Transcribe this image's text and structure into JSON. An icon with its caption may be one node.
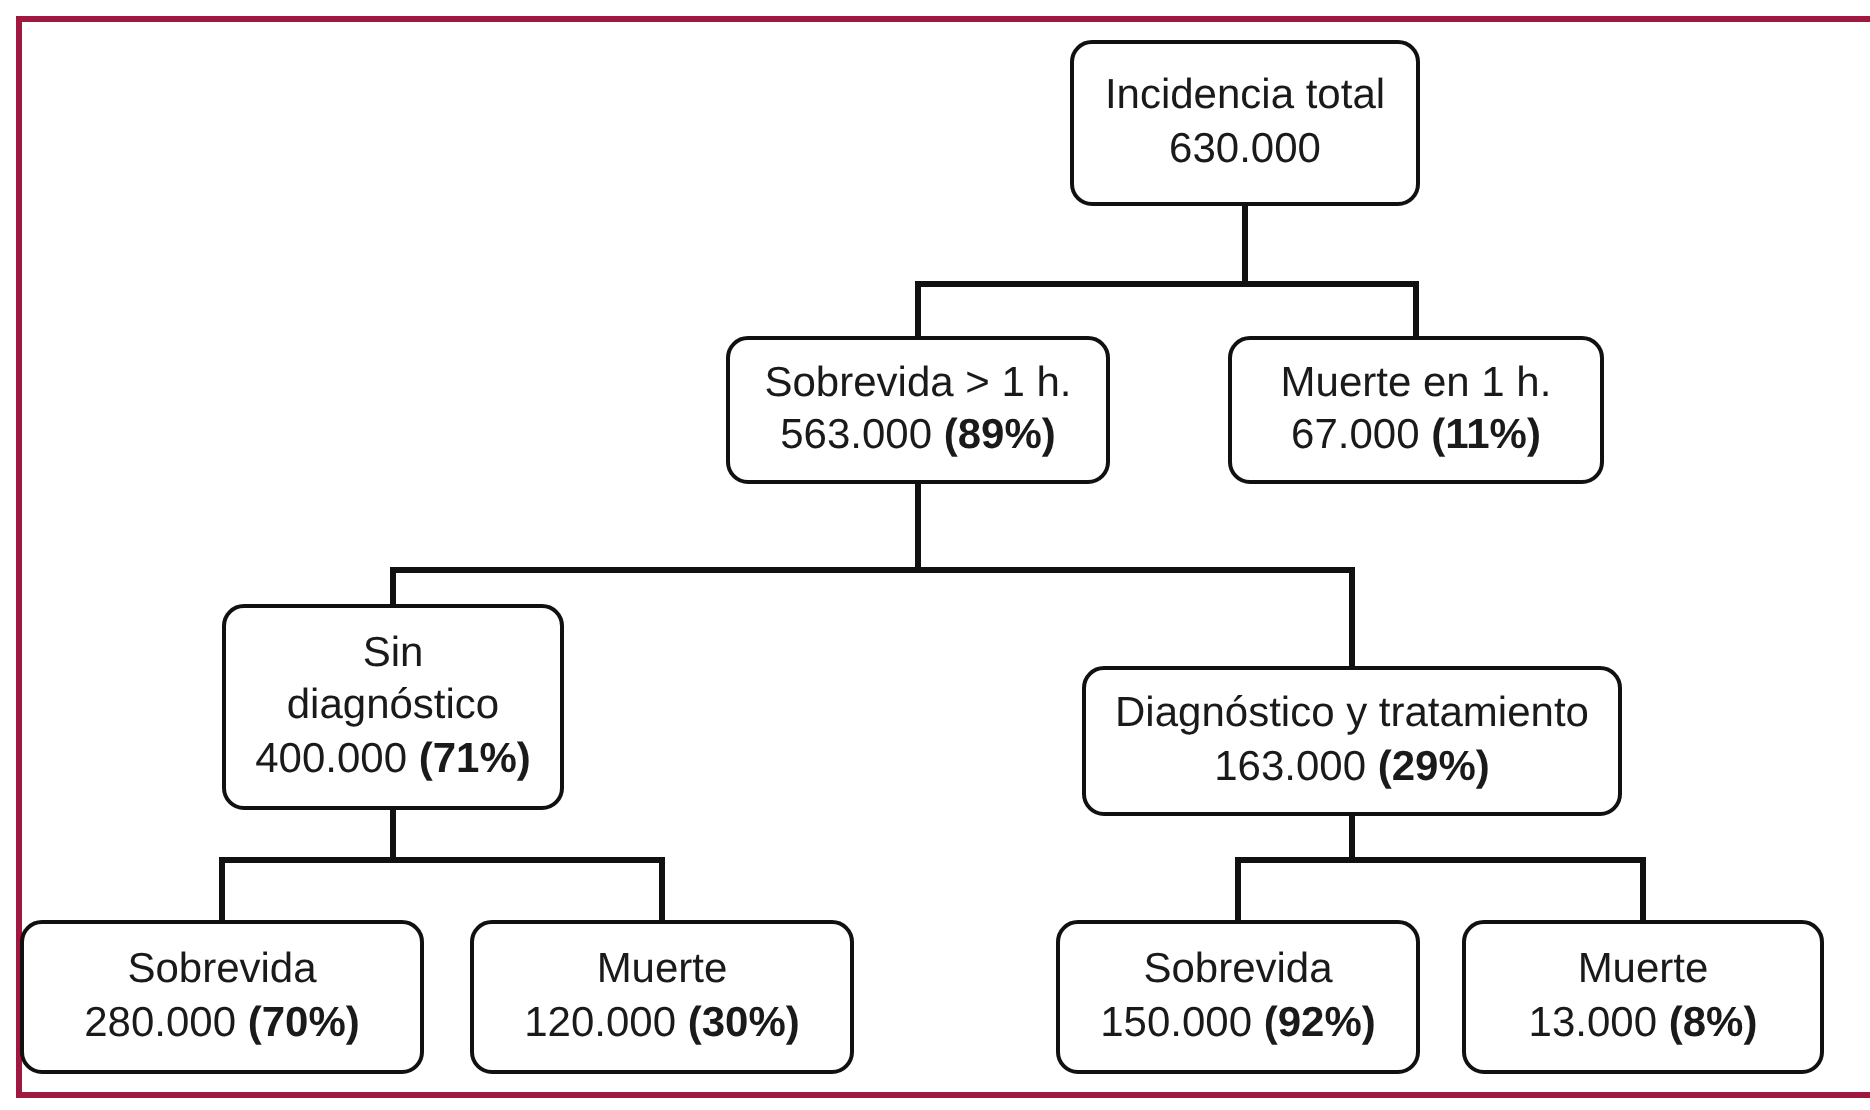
{
  "diagram": {
    "nodes": [
      {
        "text": [
          "Incidencia total",
          "630.000"
        ]
      },
      {
        "text": [
          "Sobrevida > 1 h.",
          "563.000 **(89%)**"
        ]
      },
      {
        "text": [
          "Muerte en 1 h.",
          "67.000 **(11%)**"
        ]
      },
      {
        "text": [
          "Sin diagnóstico",
          "400.000 **(71%)**"
        ]
      },
      {
        "text": [
          "Diagnóstico y tratamiento",
          "163.000 **(29%)**"
        ]
      },
      {
        "text": [
          "Sobrevida",
          "280.000 **(70%)**"
        ]
      },
      {
        "text": [
          "Muerte",
          "120.000 **(30%)**"
        ]
      },
      {
        "text": [
          "Sobrevida",
          "150.000 **(92%)**"
        ]
      },
      {
        "text": [
          "Muerte",
          "13.000 **(8%)**"
        ]
      }
    ],
    "edges": [
      {
        "from": 0,
        "to": 1,
        "arrow": "none"
      },
      {
        "from": 0,
        "to": 2,
        "arrow": "none"
      },
      {
        "from": 1,
        "to": 3,
        "arrow": "none"
      },
      {
        "from": 1,
        "to": 4,
        "arrow": "none"
      },
      {
        "from": 3,
        "to": 5,
        "arrow": "none"
      },
      {
        "from": 3,
        "to": 6,
        "arrow": "none"
      },
      {
        "from": 4,
        "to": 7,
        "arrow": "none"
      },
      {
        "from": 4,
        "to": 8,
        "arrow": "none"
      }
    ]
  }
}
